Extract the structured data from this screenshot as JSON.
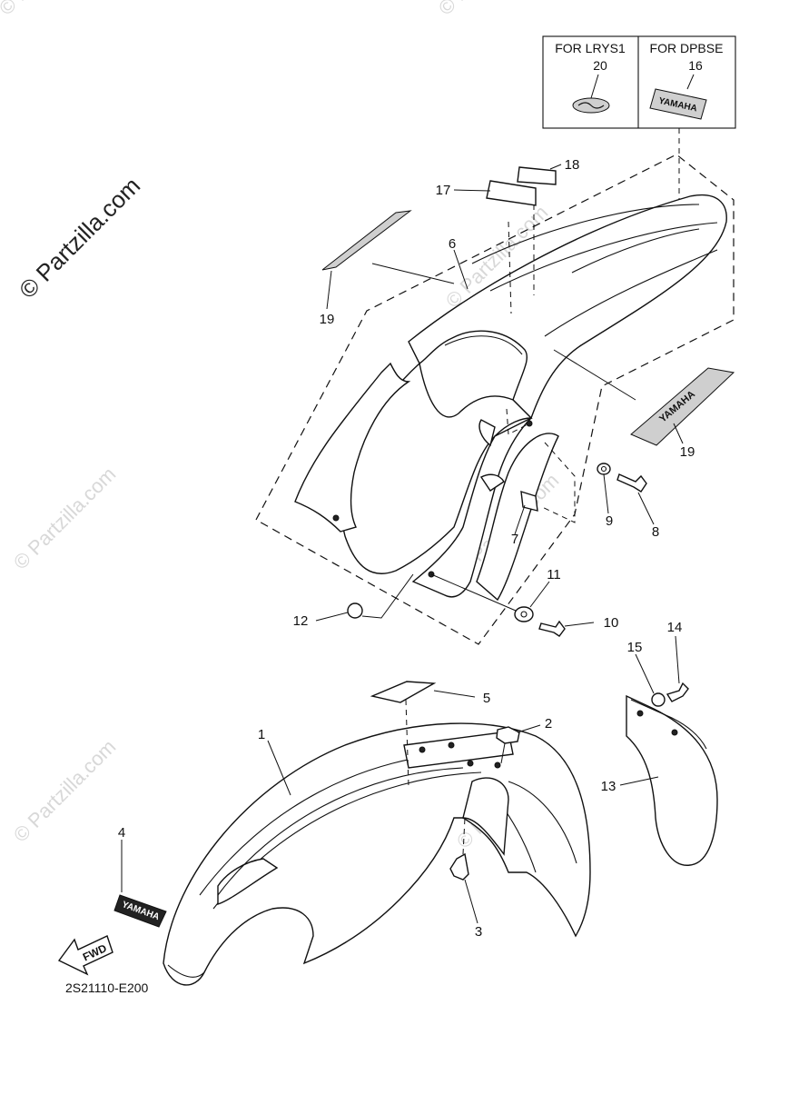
{
  "watermarks": {
    "main": "© Partzilla.com",
    "faint": "© Partzilla.com"
  },
  "variant_box": {
    "left": {
      "title": "FOR LRYS1",
      "number": "20"
    },
    "right": {
      "title": "FOR DPBSE",
      "number": "16"
    }
  },
  "callouts": [
    "1",
    "2",
    "3",
    "4",
    "5",
    "6",
    "7",
    "8",
    "9",
    "10",
    "11",
    "12",
    "13",
    "14",
    "15",
    "17",
    "18",
    "19",
    "19"
  ],
  "decal_text": "YAMAHA",
  "fwd_label": "FWD",
  "diagram_code": "2S21110-E200"
}
